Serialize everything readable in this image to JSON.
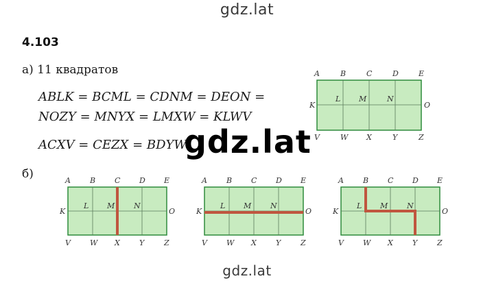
{
  "watermark": {
    "top": "gdz.lat",
    "middle": "gdz.lat",
    "bottom": "gdz.lat"
  },
  "problem": {
    "number": "4.103",
    "part_a": "а) 11 квадратов",
    "equation_line1": "ABLK = BCML = CDNM = DEON =",
    "equation_line2": "NOZY = MNYX = LMXW = KLWV",
    "equation_line3": "ACXV = CEZX = BDYW",
    "part_b": "б)"
  },
  "figure": {
    "top_letters": [
      "A",
      "B",
      "C",
      "D",
      "E"
    ],
    "middle_letters": [
      "K",
      "L",
      "M",
      "N",
      "O"
    ],
    "bottom_letters": [
      "V",
      "W",
      "X",
      "Y",
      "Z"
    ],
    "fill_color": "#c8ebc0",
    "border_color": "#2e8b3c",
    "cut_color": "#c0563f"
  }
}
